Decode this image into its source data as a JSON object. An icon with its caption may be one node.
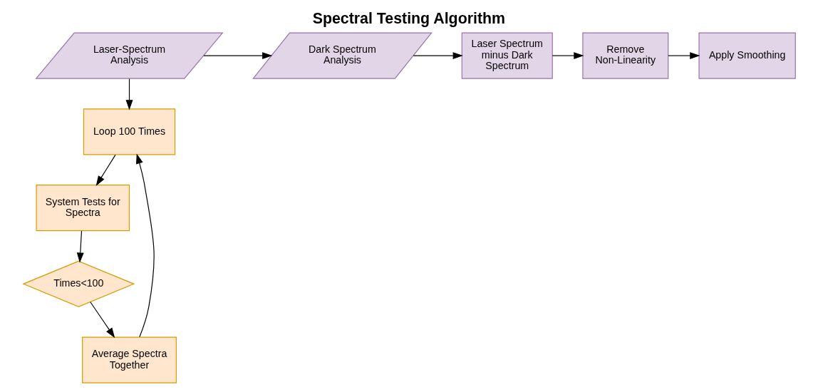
{
  "diagram": {
    "title": "Spectral Testing Algorithm",
    "nodes": [
      {
        "text": [
          "Laser-Spectrum Analysis"
        ]
      },
      {
        "text": [
          "Dark Spectrum Analysis"
        ]
      },
      {
        "text": [
          "Laser Spectrum minus Dark Spectrum"
        ]
      },
      {
        "text": [
          "Remove Non-Linearity"
        ]
      },
      {
        "text": [
          "Apply Smoothing"
        ]
      },
      {
        "text": [
          "Loop 100 Times"
        ]
      },
      {
        "text": [
          "System Tests for Spectra"
        ]
      },
      {
        "text": [
          "Average Spectra Together"
        ]
      },
      {
        "text": [
          "Times<100"
        ]
      }
    ],
    "edges": [
      {
        "from": 0,
        "to": 1,
        "arrow": "to"
      },
      {
        "from": 1,
        "to": 2,
        "arrow": "to"
      },
      {
        "from": 2,
        "to": 3,
        "arrow": "to"
      },
      {
        "from": 3,
        "to": 4,
        "arrow": "to"
      },
      {
        "from": 0,
        "to": 5,
        "arrow": "to"
      },
      {
        "from": 5,
        "to": 6,
        "arrow": "to"
      },
      {
        "from": 6,
        "to": 8,
        "arrow": "to"
      },
      {
        "from": 8,
        "to": 7,
        "arrow": "to"
      },
      {
        "from": 7,
        "to": 5,
        "arrow": "to"
      }
    ]
  }
}
